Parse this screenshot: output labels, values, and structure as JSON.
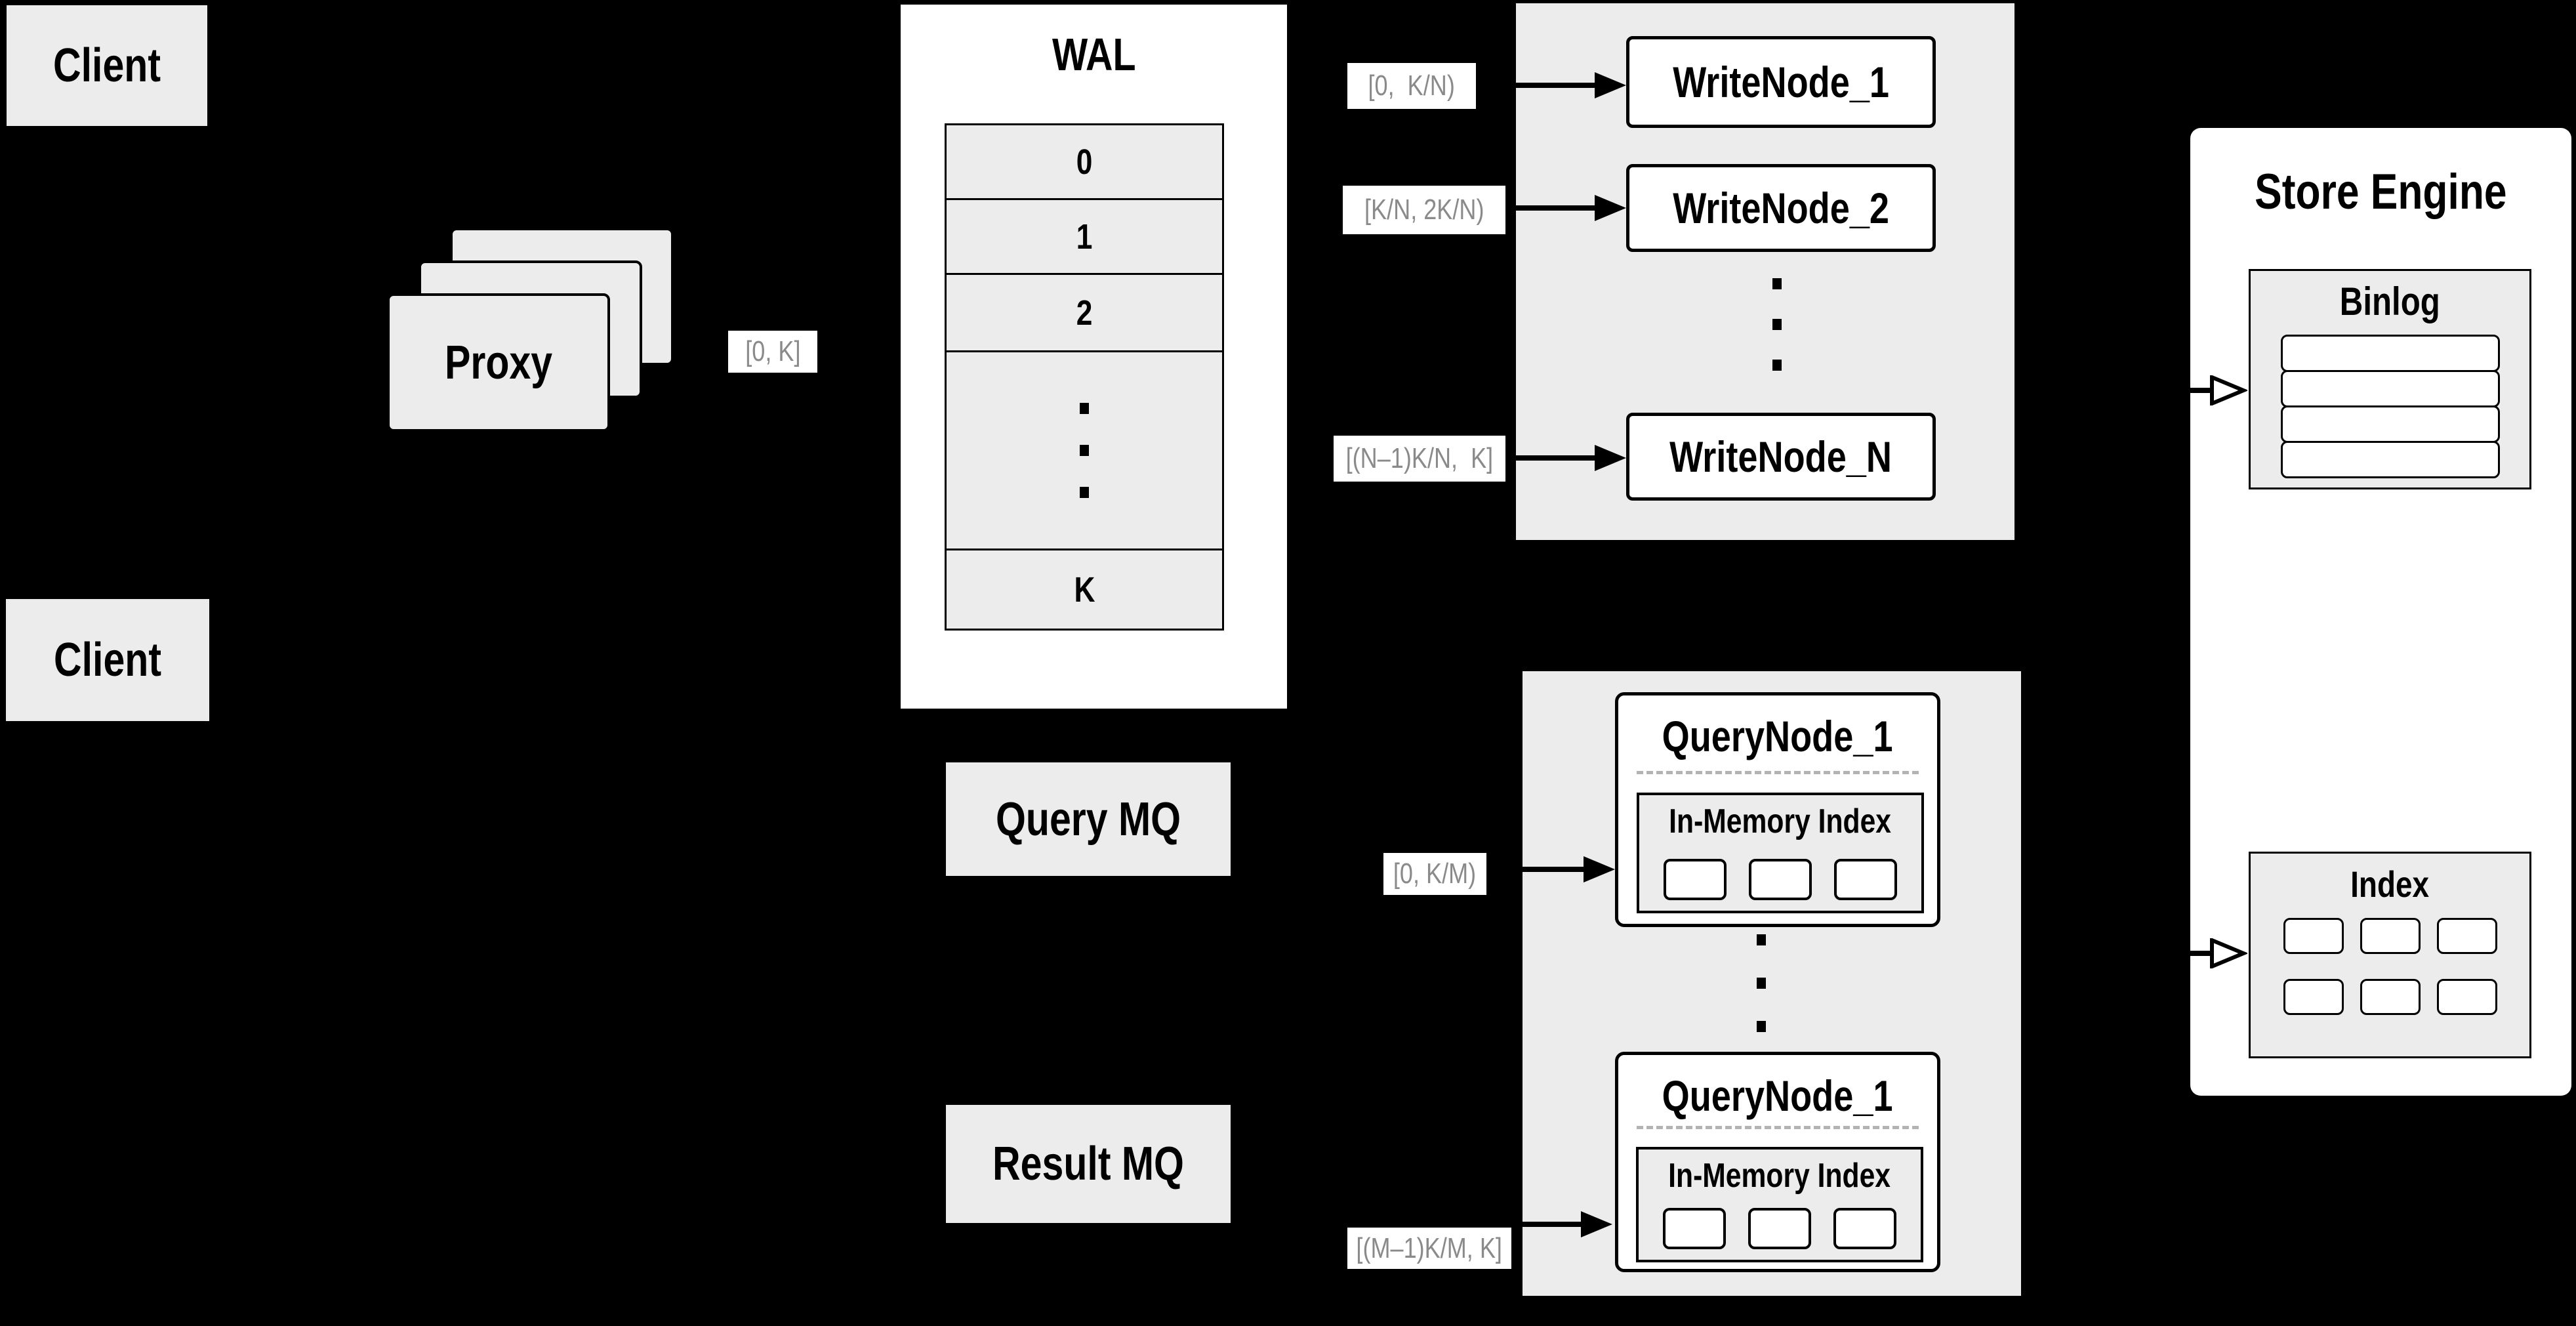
{
  "colors": {
    "background": "#000000",
    "panel_gray": "#ececec",
    "box_white": "#ffffff",
    "line_black": "#000000",
    "range_text_gray": "#8a8a8a",
    "dashed_gray": "#b3b3b3"
  },
  "clients": {
    "top_label": "Client",
    "bottom_label": "Client"
  },
  "proxy": {
    "label": "Proxy",
    "range_to_wal": "[0, K]"
  },
  "wal": {
    "title": "WAL",
    "rows": [
      "0",
      "1",
      "2",
      "K"
    ],
    "ellipsis": "⋮"
  },
  "write_section": {
    "nodes": [
      {
        "name": "WriteNode_1",
        "range": "[0,  K/N)"
      },
      {
        "name": "WriteNode_2",
        "range": "[K/N, 2K/N)"
      },
      {
        "name": "WriteNode_N",
        "range": "[(N–1)K/N,  K]"
      }
    ],
    "ellipsis": "⋮"
  },
  "query_section": {
    "query_mq_label": "Query MQ",
    "result_mq_label": "Result MQ",
    "nodes": [
      {
        "name": "QueryNode_1",
        "inner_title": "In-Memory Index",
        "range": "[0, K/M)"
      },
      {
        "name": "QueryNode_1",
        "inner_title": "In-Memory Index",
        "range": "[(M–1)K/M, K]"
      }
    ],
    "ellipsis": "⋮"
  },
  "store_engine": {
    "title": "Store Engine",
    "binlog_title": "Binlog",
    "index_title": "Index"
  }
}
